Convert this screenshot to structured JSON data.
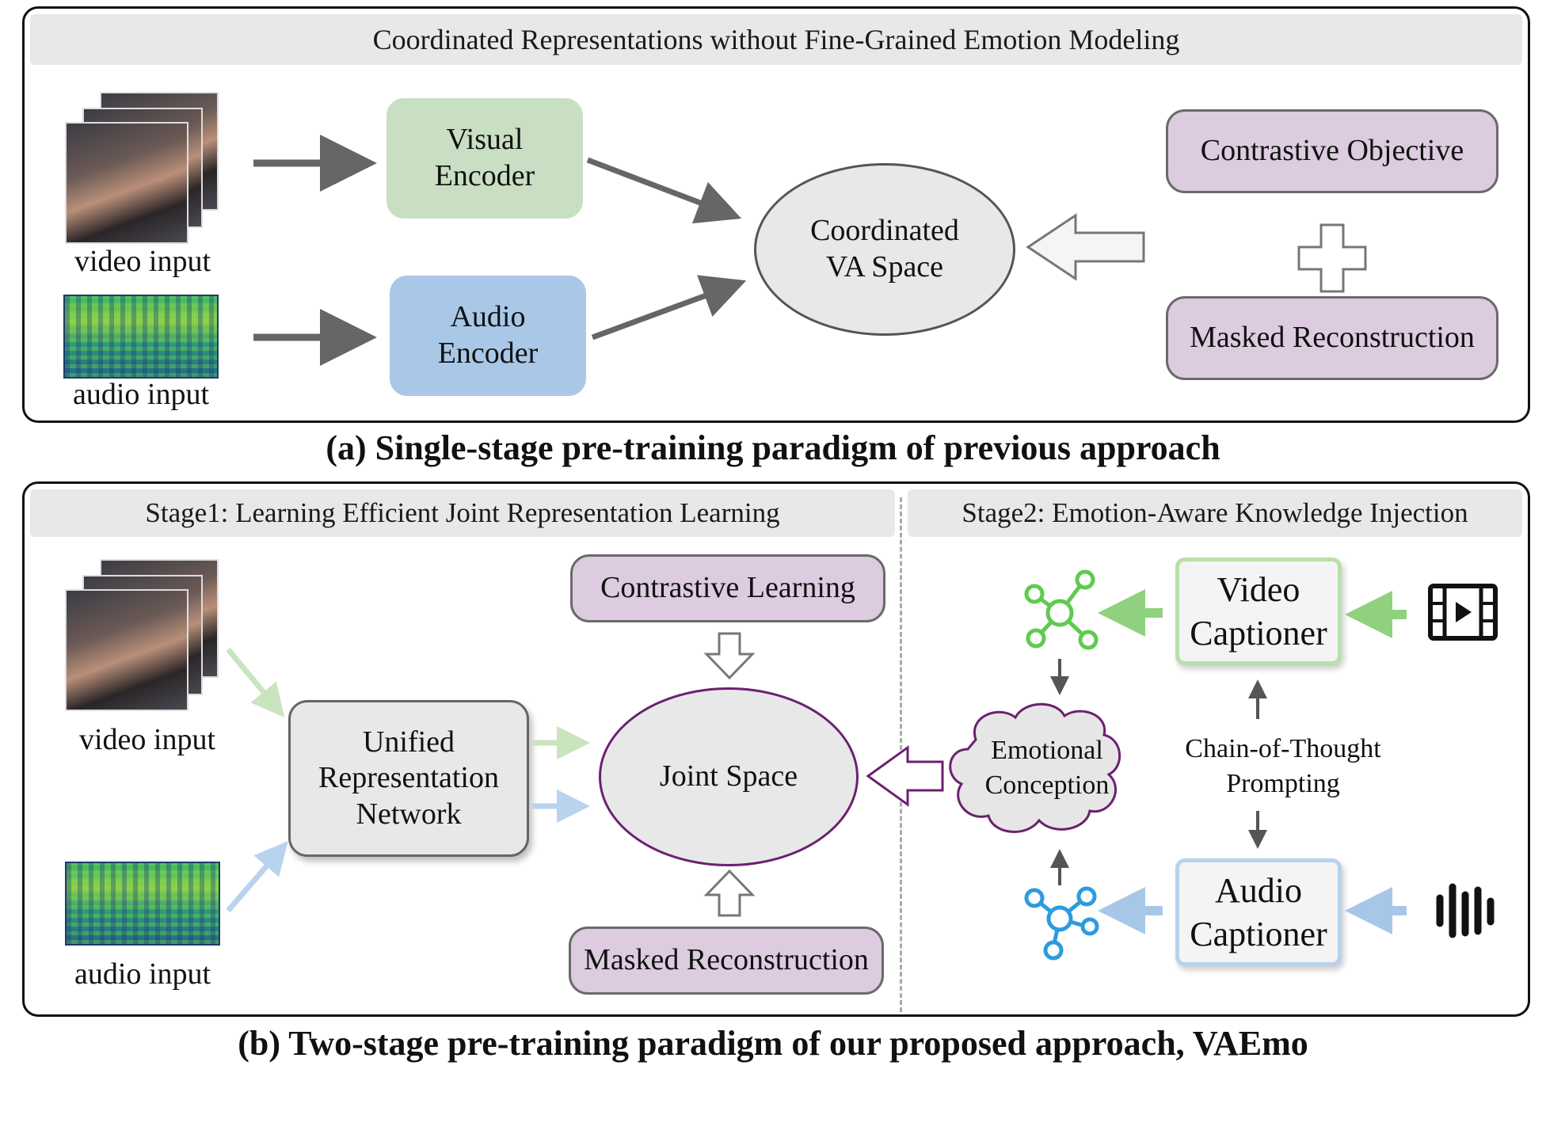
{
  "panel_a": {
    "header": "Coordinated Representations without Fine-Grained Emotion Modeling",
    "video_label": "video input",
    "audio_label": "audio input",
    "visual_encoder": [
      "Visual",
      "Encoder"
    ],
    "audio_encoder": [
      "Audio",
      "Encoder"
    ],
    "space": [
      "Coordinated",
      "VA Space"
    ],
    "contrastive": "Contrastive Objective",
    "masked": "Masked Reconstruction",
    "caption": "(a) Single-stage pre-training  paradigm of previous approach"
  },
  "panel_b": {
    "stage1_header": "Stage1: Learning Efficient Joint Representation Learning",
    "stage2_header": "Stage2: Emotion-Aware Knowledge Injection",
    "video_label": "video input",
    "audio_label": "audio input",
    "network": [
      "Unified",
      "Representation",
      "Network"
    ],
    "joint_space": "Joint Space",
    "contrastive": "Contrastive Learning",
    "masked": "Masked Reconstruction",
    "emotional": [
      "Emotional",
      "Conception"
    ],
    "cot": [
      "Chain-of-Thought",
      "Prompting"
    ],
    "video_captioner": [
      "Video",
      "Captioner"
    ],
    "audio_captioner": [
      "Audio",
      "Captioner"
    ],
    "caption": "(b) Two-stage pre-training  paradigm of our proposed approach, VAEmo"
  },
  "colors": {
    "visual_green": "#c8dfc3",
    "audio_blue": "#a9c8e8",
    "purple": "#ddcbe0",
    "green_accent": "#8fd17f",
    "blue_accent": "#a7c7e7",
    "purple_border": "#6b2170"
  },
  "icons": [
    "film-icon",
    "waveform-icon",
    "green-graph-icon",
    "blue-graph-icon",
    "plus-icon",
    "cloud-icon"
  ]
}
